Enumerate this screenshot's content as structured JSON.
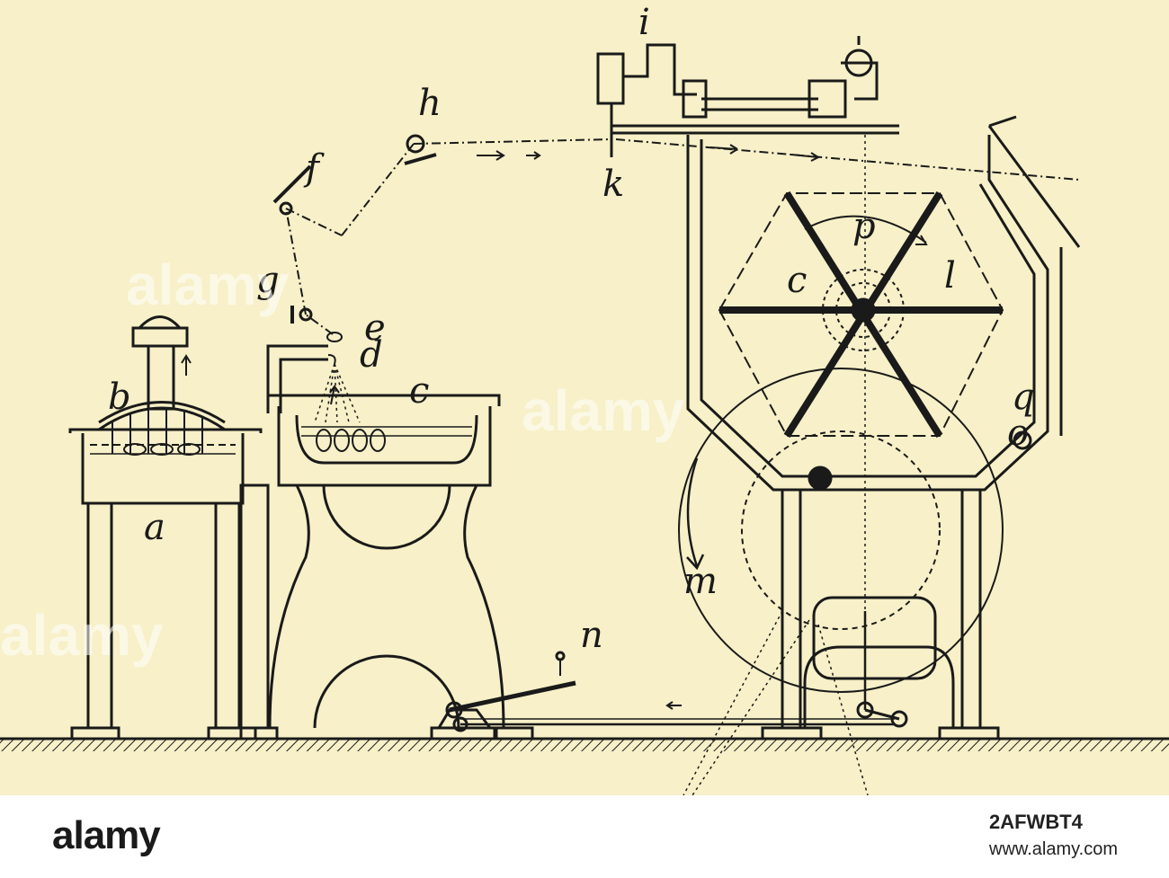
{
  "colors": {
    "paper": "#f7f0c8",
    "ink": "#1a1a1a",
    "band": "#ffffff"
  },
  "labels": {
    "a": "a",
    "b": "b",
    "c_basin": "c",
    "d": "d",
    "e": "e",
    "f": "f",
    "g": "g",
    "h": "h",
    "i": "i",
    "k": "k",
    "l": "l",
    "m": "m",
    "n": "n",
    "o": "o",
    "p": "p",
    "q": "q",
    "c_reel": "c"
  },
  "watermark": {
    "logo": "alamy",
    "tile": "alamy",
    "image_id": "2AFWBT4",
    "url": "www.alamy.com"
  }
}
